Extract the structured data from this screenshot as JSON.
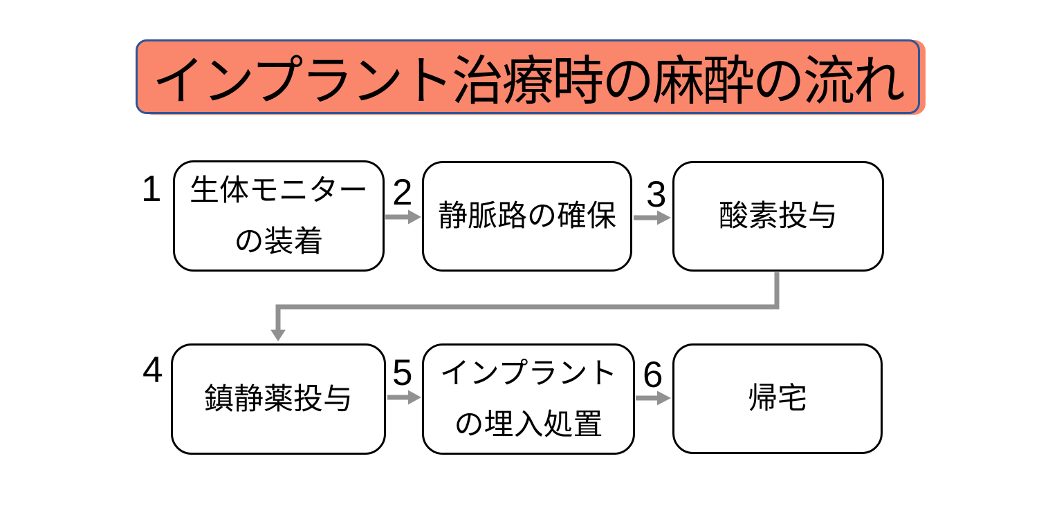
{
  "title": {
    "text": "インプラント治療時の麻酔の流れ"
  },
  "steps": [
    {
      "number": "1",
      "lines": [
        "生体モニター",
        "の装着"
      ]
    },
    {
      "number": "2",
      "lines": [
        "静脈路の確保"
      ]
    },
    {
      "number": "3",
      "lines": [
        "酸素投与"
      ]
    },
    {
      "number": "4",
      "lines": [
        "鎮静薬投与"
      ]
    },
    {
      "number": "5",
      "lines": [
        "インプラント",
        "の埋入処置"
      ]
    },
    {
      "number": "6",
      "lines": [
        "帰宅"
      ]
    }
  ],
  "connections": [
    {
      "from": "1",
      "to": "2",
      "type": "straight-right"
    },
    {
      "from": "2",
      "to": "3",
      "type": "straight-right"
    },
    {
      "from": "3",
      "to": "4",
      "type": "elbow-down-left-down"
    },
    {
      "from": "4",
      "to": "5",
      "type": "straight-right"
    },
    {
      "from": "5",
      "to": "6",
      "type": "straight-right"
    }
  ],
  "colors": {
    "background": "#FFFFFF",
    "title_fill": "#FA876C",
    "title_border": "#2F5496",
    "title_text": "#000000",
    "box_fill": "#FFFFFF",
    "box_border": "#000000",
    "box_text": "#000000",
    "connector": "#919191"
  }
}
